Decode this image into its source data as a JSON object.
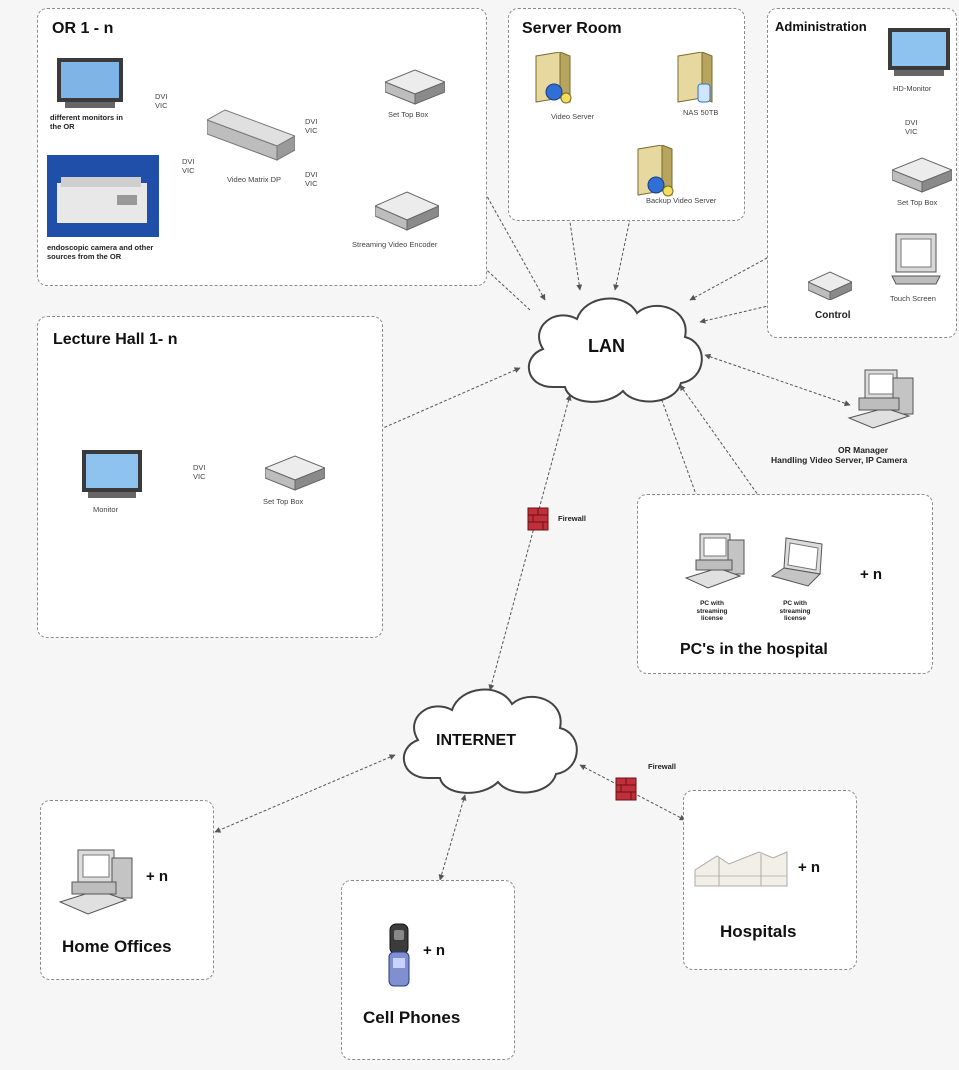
{
  "zones": {
    "or": {
      "title": "OR 1 - n"
    },
    "server": {
      "title": "Server Room"
    },
    "admin": {
      "title": "Administration"
    },
    "lecture": {
      "title": "Lecture Hall 1- n"
    },
    "pcs": {
      "title": "PC's in the hospital"
    },
    "home": {
      "title": "Home Offices"
    },
    "cell": {
      "title": "Cell Phones"
    },
    "hospitals": {
      "title": "Hospitals"
    }
  },
  "clouds": {
    "lan": "LAN",
    "internet": "INTERNET"
  },
  "labels": {
    "monitors_or": "different monitors in the OR",
    "camera": "endoscopic camera and other sources from the OR",
    "video_matrix": "Video Matrix DP",
    "stb_or": "Set Top Box",
    "encoder": "Streaming Video Encoder",
    "dvi_vic_1": "DVI VIC",
    "dvi_vic_2": "DVI VIC",
    "dvi_vic_3": "DVI VIC",
    "dvi_vic_4": "DVI VIC",
    "video_server": "Video Server",
    "nas": "NAS 50TB",
    "backup": "Backup Video Server",
    "hd_monitor": "HD-Monitor",
    "dvi_vic_admin": "DVI VIC",
    "stb_admin": "Set Top Box",
    "touch": "Touch Screen",
    "control": "Control",
    "monitor_lh": "Monitor",
    "dvi_vic_lh": "DVI VIC",
    "stb_lh": "Set Top Box",
    "or_manager_1": "OR Manager",
    "or_manager_2": "Handling Video Server, IP Camera",
    "firewall_1": "Firewall",
    "firewall_2": "Firewall",
    "pc_streaming_1": "PC with streaming license",
    "pc_streaming_2": "PC with streaming license",
    "plus_pcs": "+ n",
    "plus_home": "+ n",
    "plus_cell": "+ n",
    "plus_hosp": "+ n"
  }
}
